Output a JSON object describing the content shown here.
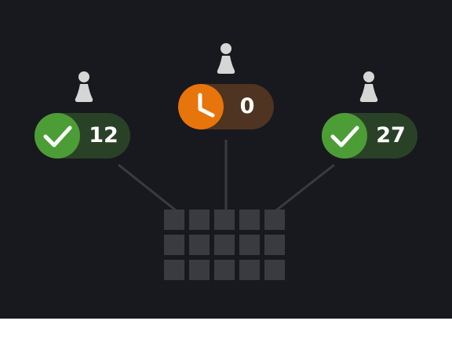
{
  "colors": {
    "background": "#18191e",
    "connector": "#3a3b40",
    "grid_cell": "#3a3b40",
    "person": "#d6d6d6",
    "complete_circle": "#4d9d37",
    "complete_track": "#294227",
    "waiting_circle": "#e8740c",
    "waiting_track": "#4e3421"
  },
  "nodes": [
    {
      "id": "left",
      "status": "complete",
      "icon": "checkmark-icon",
      "count": "12"
    },
    {
      "id": "center",
      "status": "waiting",
      "icon": "clock-icon",
      "count": "0"
    },
    {
      "id": "right",
      "status": "complete",
      "icon": "checkmark-icon",
      "count": "27"
    }
  ],
  "grid": {
    "rows": 3,
    "columns": 5
  }
}
